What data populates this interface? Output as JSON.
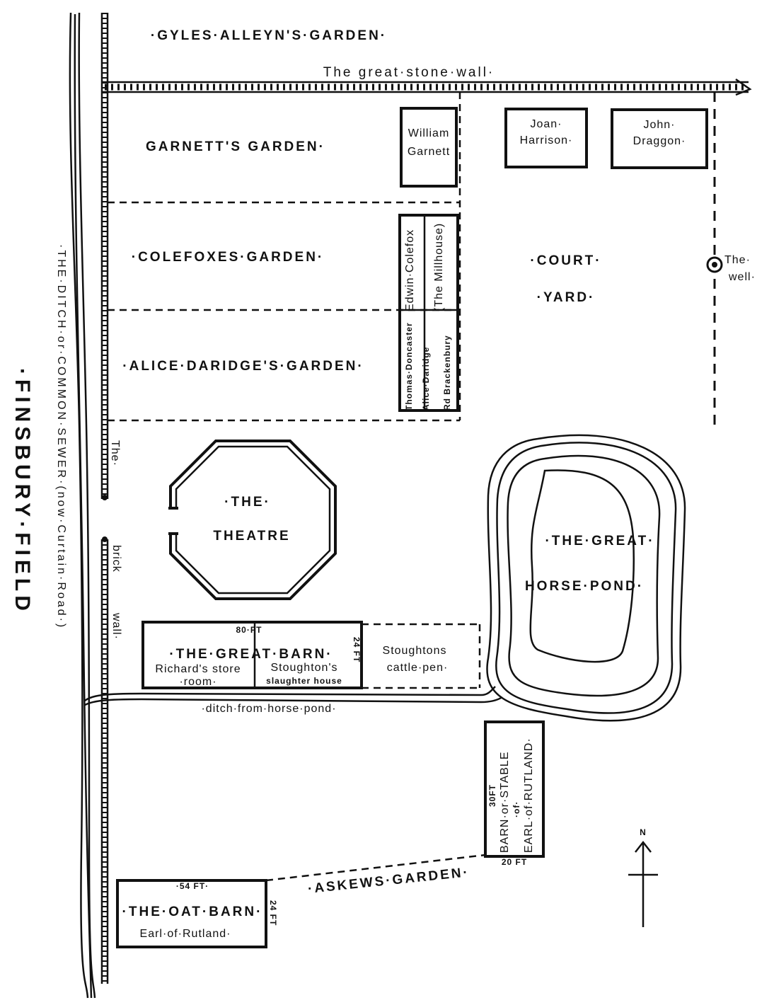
{
  "map": {
    "finsbury_field": "·FINSBURY·FIELD",
    "ditch": "·THE·DITCH·or·COMMON·SEWER·(now·Curtain·Road·)",
    "gyles_alleyn": "·GYLES·ALLEYN'S·GARDEN·",
    "great_stone_wall": "The great·stone·wall·",
    "garnetts_garden": "GARNETT'S GARDEN·",
    "colefoxes_garden": "·COLEFOXES·GARDEN·",
    "alice_daridges_garden": "·ALICE·DARIDGE'S·GARDEN·",
    "william_garnett": [
      "William",
      "Garnett"
    ],
    "joan_harrison": [
      "Joan·",
      "Harrison·"
    ],
    "john_draggon": [
      "John·",
      "Draggon·"
    ],
    "edwin_colefox": "Edwin·Colefox",
    "the_millhouse": "(The Millhouse)",
    "thomas_doncaster": "Thomas·Doncaster",
    "alice_daridge": "Alice·Daridge",
    "brackenbury": "Rd Brackenbury",
    "court_yard": [
      "·COURT·",
      "·YARD·"
    ],
    "the_well": [
      "The·",
      "well·"
    ],
    "brick_wall": [
      "The·",
      "brick",
      "wall·"
    ],
    "theatre": [
      "·THE·",
      "THEATRE"
    ],
    "horse_pond": [
      "·THE·GREAT·",
      "HORSE·POND·"
    ],
    "great_barn": {
      "title": "·THE·GREAT·BARN·",
      "dim_length": "80·FT",
      "dim_width": "24 FT",
      "left_room": [
        "Richard's store",
        "·room·"
      ],
      "right_room": [
        "Stoughton's",
        "slaughter house"
      ]
    },
    "cattle_pen": [
      "Stoughtons",
      "cattle·pen·"
    ],
    "ditch_from_pond": "·ditch·from·horse·pond·",
    "rutland_stable": {
      "dim_side": "30FT",
      "dim_bottom": "20 FT",
      "lines": [
        "BARN·or·STABLE",
        "·of·",
        "EARL·of·RUTLAND·"
      ]
    },
    "askews_garden": "·ASKEWS·GARDEN·",
    "oat_barn": {
      "title": "·THE·OAT·BARN·",
      "owner": "Earl·of·Rutland·",
      "dim_length": "·54 FT·",
      "dim_width": "24 FT"
    },
    "north": "N"
  }
}
